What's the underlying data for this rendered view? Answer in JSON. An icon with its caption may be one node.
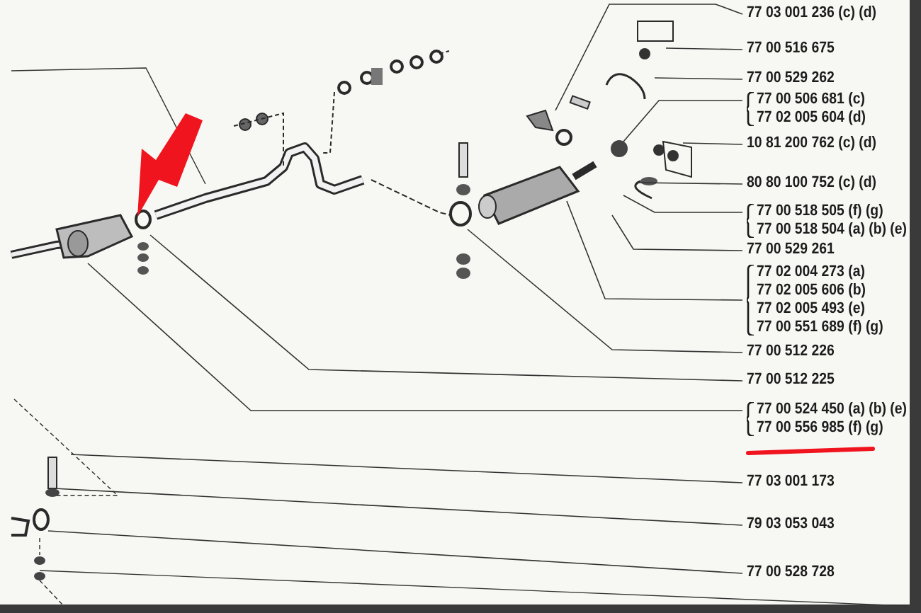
{
  "diagram": {
    "nodes": [
      {
        "text": [
          "77 03 001 236 (c) (d)"
        ]
      },
      {
        "text": [
          "77 00 516 675"
        ]
      },
      {
        "text": [
          "77 00 529 262"
        ]
      },
      {
        "text": [
          "77 00 506 681 (c)",
          "77 02 005 604 (d)"
        ]
      },
      {
        "text": [
          "10 81 200 762 (c) (d)"
        ]
      },
      {
        "text": [
          "80 80 100 752 (c) (d)"
        ]
      },
      {
        "text": [
          "77 00 518 505 (f) (g)",
          "77 00 518 504 (a) (b) (e)"
        ]
      },
      {
        "text": [
          "77 00 529 261"
        ]
      },
      {
        "text": [
          "77 02 004 273 (a)",
          "77 02 005 606 (b)",
          "77 02 005 493 (e)",
          "77 00 551 689 (f) (g)"
        ]
      },
      {
        "text": [
          "77 00 512 226"
        ]
      },
      {
        "text": [
          "77 00 512 225"
        ]
      },
      {
        "text": [
          "77 00 524 450 (a) (b) (e)",
          "77 00 556 985 (f) (g)"
        ]
      },
      {
        "text": [
          "77 03 001 173"
        ]
      },
      {
        "text": [
          "79 03 053 043"
        ]
      },
      {
        "text": [
          "77 00 528 728"
        ]
      }
    ],
    "edges": [
      {
        "from": 0,
        "to": null,
        "arrow": "none"
      },
      {
        "from": 1,
        "to": null,
        "arrow": "none"
      },
      {
        "from": 2,
        "to": null,
        "arrow": "none"
      },
      {
        "from": 3,
        "to": null,
        "arrow": "none"
      },
      {
        "from": 4,
        "to": null,
        "arrow": "none"
      },
      {
        "from": 5,
        "to": null,
        "arrow": "none"
      },
      {
        "from": 6,
        "to": null,
        "arrow": "none"
      },
      {
        "from": 7,
        "to": null,
        "arrow": "none"
      },
      {
        "from": 8,
        "to": null,
        "arrow": "none"
      },
      {
        "from": 9,
        "to": null,
        "arrow": "none"
      },
      {
        "from": 10,
        "to": null,
        "arrow": "none"
      },
      {
        "from": 11,
        "to": null,
        "arrow": "none"
      },
      {
        "from": 12,
        "to": null,
        "arrow": "none"
      },
      {
        "from": 13,
        "to": null,
        "arrow": "none"
      },
      {
        "from": 14,
        "to": null,
        "arrow": "none"
      }
    ]
  }
}
